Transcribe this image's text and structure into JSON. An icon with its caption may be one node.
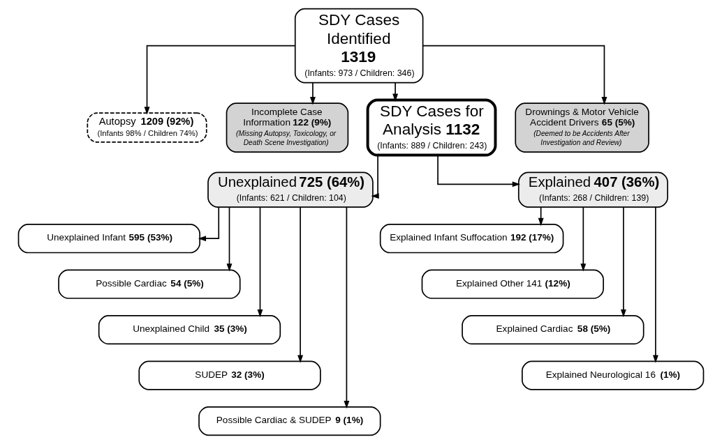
{
  "diagram": {
    "nodes": [
      {
        "text": [
          "SDY Cases Identified **1319**",
          "(Infants: 973 / Children: 346)"
        ]
      },
      {
        "text": [
          "Autopsy **1209 (92%)**",
          "(Infants 98% / Children 74%)"
        ]
      },
      {
        "text": [
          "Incomplete Case Information **122 (9%)**",
          "(Missing Autopsy, Toxicology, or Death Scene Investigation)"
        ]
      },
      {
        "text": [
          "SDY Cases for Analysis **1132**",
          "(Infants: 889 / Children: 243)"
        ]
      },
      {
        "text": [
          "Drownings & Motor Vehicle Accident Drivers **65 (5%)**",
          "(Deemed to be Accidents After Investigation and Review)"
        ]
      },
      {
        "text": [
          "Unexplained **725 (64%)**",
          "(Infants: 621 / Children: 104)"
        ]
      },
      {
        "text": [
          "Explained **407 (36%)**",
          "(Infants: 268 / Children: 139)"
        ]
      },
      {
        "text": [
          "Unexplained Infant **595 (53%)**"
        ]
      },
      {
        "text": [
          "Possible Cardiac **54 (5%)**"
        ]
      },
      {
        "text": [
          "Unexplained Child **35 (3%)**"
        ]
      },
      {
        "text": [
          "SUDEP **32 (3%)**"
        ]
      },
      {
        "text": [
          "Possible Cardiac & SUDEP **9 (1%)**"
        ]
      },
      {
        "text": [
          "Explained Infant Suffocation **192 (17%)**"
        ]
      },
      {
        "text": [
          "Explained Other 141 **(12%)**"
        ]
      },
      {
        "text": [
          "Explained Cardiac **58 (5%)**"
        ]
      },
      {
        "text": [
          "Explained Neurological 16 **(1%)**"
        ]
      }
    ],
    "edges": [
      {
        "from": 0,
        "to": 1,
        "arrow": "to"
      },
      {
        "from": 0,
        "to": 3,
        "arrow": "to"
      },
      {
        "from": 0,
        "to": 2,
        "arrow": "to"
      },
      {
        "from": 0,
        "to": 4,
        "arrow": "to"
      },
      {
        "from": 3,
        "to": 5,
        "arrow": "to"
      },
      {
        "from": 3,
        "to": 6,
        "arrow": "to"
      },
      {
        "from": 5,
        "to": 7,
        "arrow": "to"
      },
      {
        "from": 5,
        "to": 8,
        "arrow": "to"
      },
      {
        "from": 5,
        "to": 9,
        "arrow": "to"
      },
      {
        "from": 5,
        "to": 10,
        "arrow": "to"
      },
      {
        "from": 5,
        "to": 11,
        "arrow": "to"
      },
      {
        "from": 6,
        "to": 12,
        "arrow": "to"
      },
      {
        "from": 6,
        "to": 13,
        "arrow": "to"
      },
      {
        "from": 6,
        "to": 14,
        "arrow": "to"
      },
      {
        "from": 6,
        "to": 15,
        "arrow": "to"
      }
    ]
  }
}
